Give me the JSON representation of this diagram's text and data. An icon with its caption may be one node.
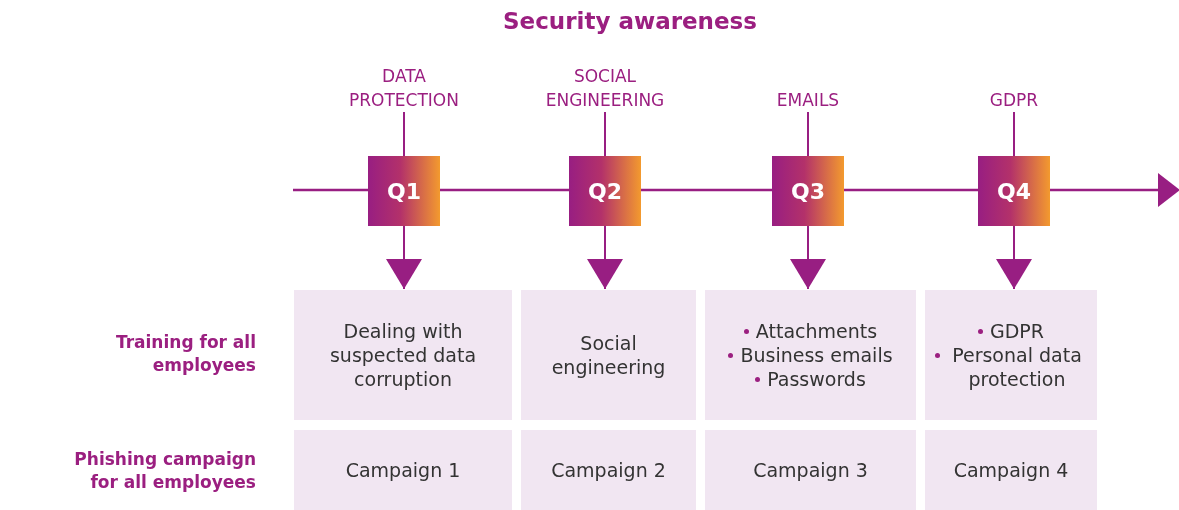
{
  "diagram": {
    "title": "Security awareness",
    "nodes": [
      {
        "text": [
          "DATA PROTECTION"
        ]
      },
      {
        "text": [
          "Q1"
        ]
      },
      {
        "text": [
          "SOCIAL ENGINEERING"
        ]
      },
      {
        "text": [
          "Q2"
        ]
      },
      {
        "text": [
          "EMAILS"
        ]
      },
      {
        "text": [
          "Q3"
        ]
      },
      {
        "text": [
          "GDPR"
        ]
      },
      {
        "text": [
          "Q4"
        ]
      },
      {
        "text": [
          "Dealing with suspected data corruption"
        ]
      },
      {
        "text": [
          "Social engineering"
        ]
      },
      {
        "text": [
          "Attachments",
          "Business emails",
          "Passwords"
        ]
      },
      {
        "text": [
          "GDPR",
          "Personal data protection"
        ]
      },
      {
        "text": [
          "Campaign 1"
        ]
      },
      {
        "text": [
          "Campaign 2"
        ]
      },
      {
        "text": [
          "Campaign 3"
        ]
      },
      {
        "text": [
          "Campaign 4"
        ]
      }
    ],
    "edges": [
      {
        "from": 0,
        "to": 1,
        "arrow": "none"
      },
      {
        "from": 2,
        "to": 3,
        "arrow": "none"
      },
      {
        "from": 4,
        "to": 5,
        "arrow": "none"
      },
      {
        "from": 6,
        "to": 7,
        "arrow": "none"
      },
      {
        "from": 1,
        "to": 8,
        "arrow": "to"
      },
      {
        "from": 3,
        "to": 9,
        "arrow": "to"
      },
      {
        "from": 5,
        "to": 10,
        "arrow": "to"
      },
      {
        "from": 7,
        "to": 11,
        "arrow": "to"
      }
    ],
    "labels": [
      "Training for all employees",
      "Phishing campaign for all employees"
    ]
  }
}
